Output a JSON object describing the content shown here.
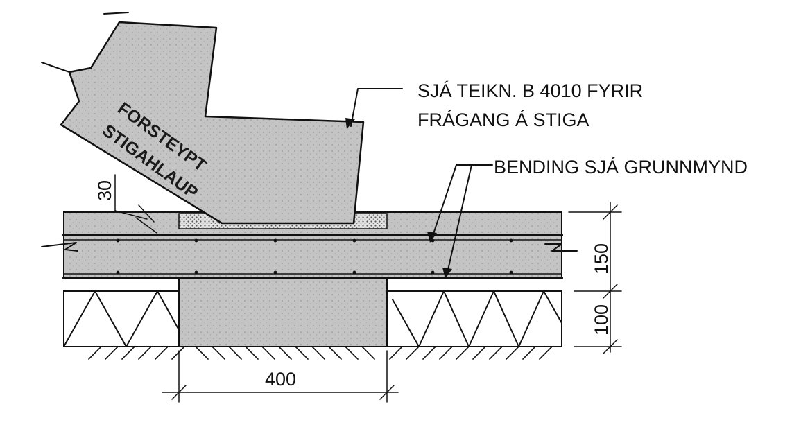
{
  "notes": {
    "stair_ref_line1": "SJÁ TEIKN. B 4010 FYRIR",
    "stair_ref_line2": "FRÁGANG Á STIGA",
    "reinforcement": "BENDING SJÁ GRUNNMYND"
  },
  "stair_label": {
    "line1": "FORSTEYPT",
    "line2": "STIGAHLAUP"
  },
  "dimensions": {
    "top_cover": "30",
    "slab_thickness": "150",
    "insulation_thickness": "100",
    "footing_width": "400"
  },
  "colors": {
    "ink": "#111111",
    "concrete": "#c6c6c6",
    "grout": "#e4e4e4",
    "paper": "#ffffff"
  }
}
